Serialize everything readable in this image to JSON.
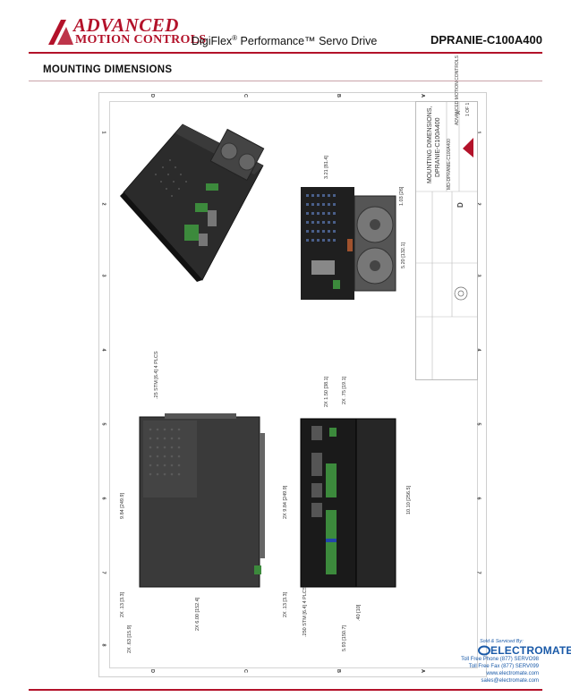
{
  "header": {
    "logo_top": "ADVANCED",
    "logo_bottom": "MOTION CONTROLS",
    "product_line_pre": "DigiFlex",
    "product_line_reg": "®",
    "product_line_post": " Performance™ Servo Drive",
    "part_number": "DPRANIE-C100A400"
  },
  "section_title": "MOUNTING DIMENSIONS",
  "drawing": {
    "zone_letters": [
      "D",
      "C",
      "B",
      "A"
    ],
    "zone_numbers": [
      "1",
      "2",
      "3",
      "4",
      "5",
      "6",
      "7",
      "8"
    ],
    "dimensions": {
      "top_depth": "3.21 [81.4]",
      "top_offset": "1.03 [26]",
      "top_width": "5.20 [132.1]",
      "left_slot": ".25 STM\n[6.4]\n4 PLCS",
      "left_height": "9.84 [249.9]",
      "left_w1": "2X .13 [3.3]",
      "left_w2": "2X .63 [15.9]",
      "left_w3": "2X 6.00 [152.4]",
      "front_h": "2X 9.84 [249.9]",
      "front_top1": "2X 1.50 [38.1]",
      "front_top2": "2X .75 [19.1]",
      "front_b1": "2X .13 [3.3]",
      "front_b2": ".250 STM\n[6.4]\n4 PLCS",
      "front_b3": ".40 [10]",
      "front_width": "5.93 [150.7]",
      "front_height_total": "10.10 [256.5]"
    },
    "title_block": {
      "title_line1": "MOUNTING DIMENSIONS,",
      "title_line2": "DPRANIE-C100A400",
      "size": "D",
      "dwg_no": "MD-DPRANIE-C100A400",
      "rev": "A",
      "sheet": "1 OF 1",
      "company": "ADVANCED MOTION CONTROLS"
    }
  },
  "footer": {
    "sold_by": "Sold & Serviced By:",
    "brand": "ELECTROMATE",
    "phone": "Toll Free Phone (877) SERVO98",
    "fax": "Toll Free Fax (877) SERV099",
    "web": "www.electromate.com",
    "email": "sales@electromate.com"
  },
  "colors": {
    "brand_red": "#b3122a",
    "electromate_blue": "#1a5aa8"
  }
}
